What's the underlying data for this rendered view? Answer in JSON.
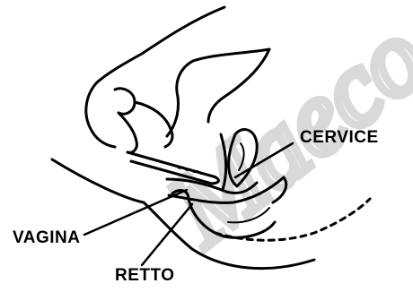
{
  "labels": {
    "cervice": "CERVICE",
    "vagina": "VAGINA",
    "retto": "RETTO"
  },
  "watermark": {
    "text": "Maeco",
    "color": "#d9d9d9"
  },
  "colors": {
    "ink": "#000000",
    "background": "#ffffff"
  }
}
